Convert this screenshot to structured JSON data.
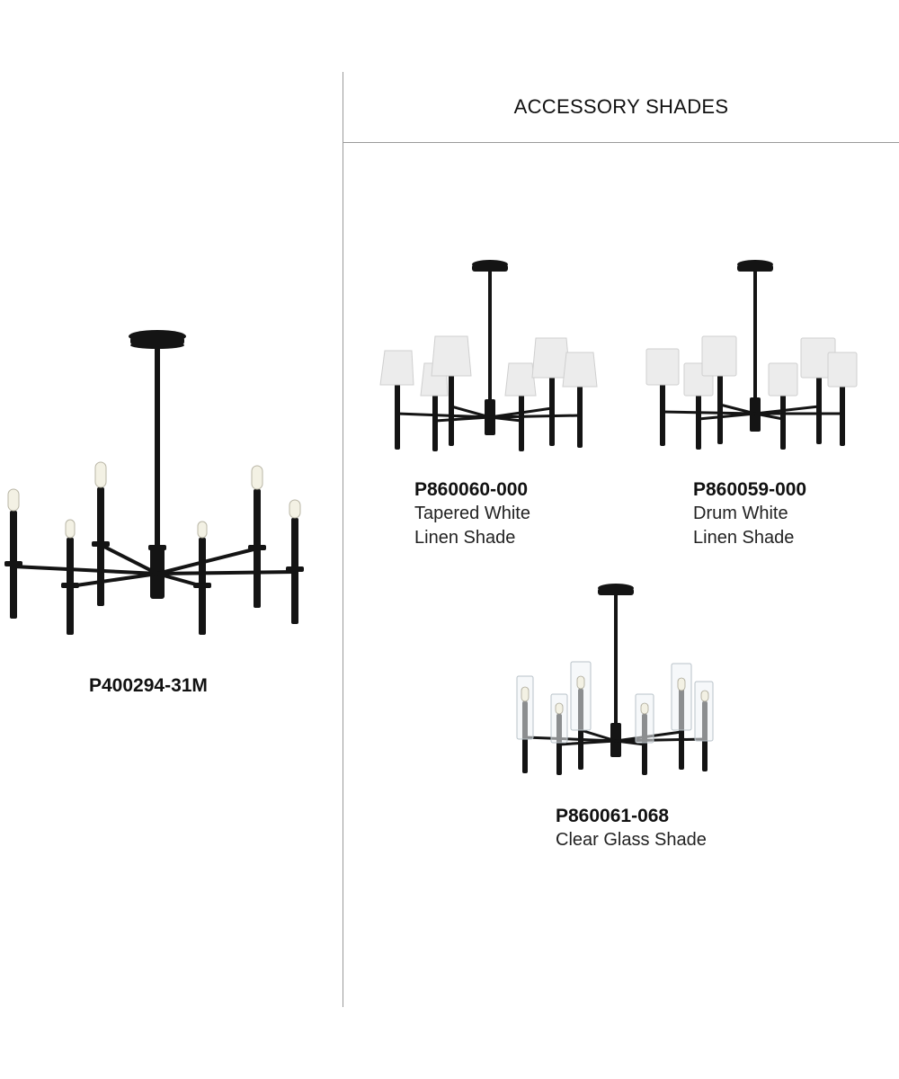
{
  "section": {
    "title": "ACCESSORY SHADES"
  },
  "main_product": {
    "sku": "P400294-31M"
  },
  "shades": [
    {
      "sku": "P860060-000",
      "desc_line1": "Tapered White",
      "desc_line2": "Linen Shade"
    },
    {
      "sku": "P860059-000",
      "desc_line1": "Drum White",
      "desc_line2": "Linen Shade"
    },
    {
      "sku": "P860061-068",
      "desc_line1": "Clear Glass Shade"
    }
  ],
  "colors": {
    "fixture_finish": "#141414",
    "linen_shade": "#ececec",
    "divider": "#9a9a9a"
  }
}
